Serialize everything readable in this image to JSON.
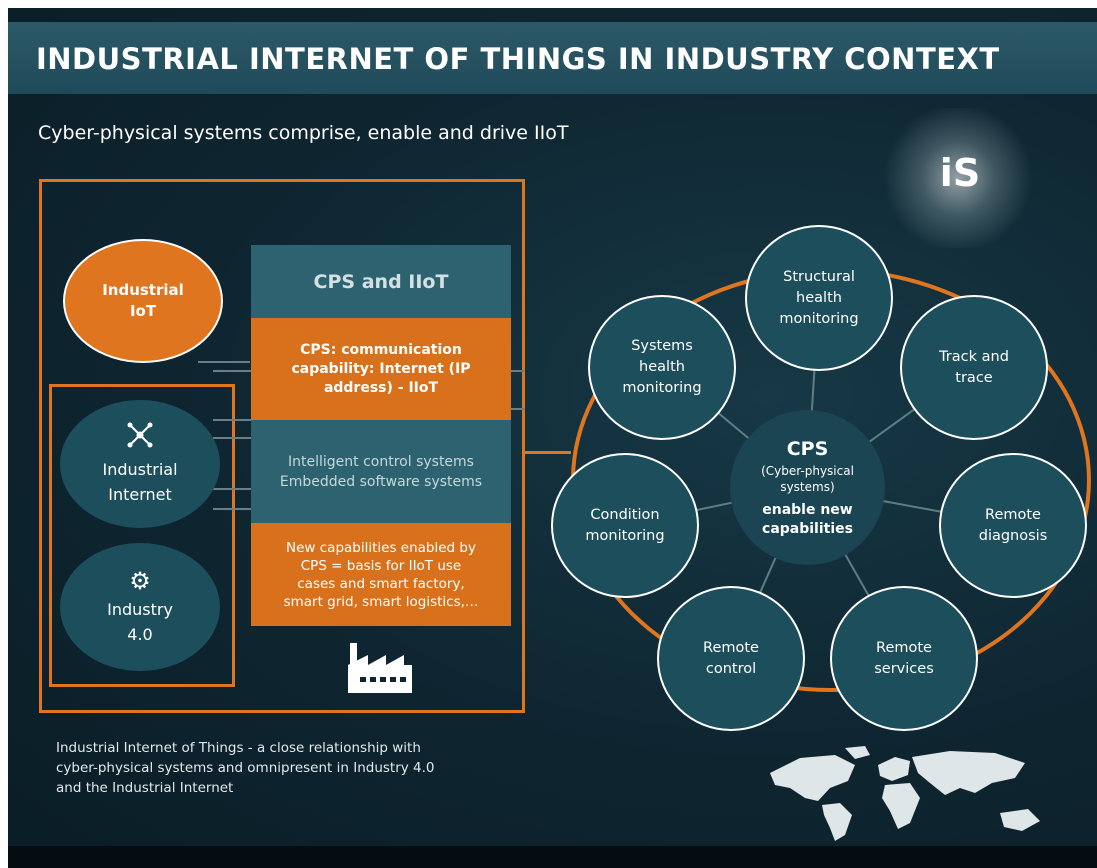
{
  "title": "INDUSTRIAL INTERNET OF THINGS IN INDUSTRY CONTEXT",
  "subtitle": "Cyber-physical systems comprise, enable and drive IIoT",
  "logo_text": "iS",
  "left_circles": {
    "iiot": [
      "Industrial",
      "IoT"
    ],
    "internet": {
      "icon": "network-icon",
      "lines": [
        "Industrial",
        "Internet"
      ]
    },
    "industry": {
      "icon": "gear-icon",
      "lines": [
        "Industry",
        "4.0"
      ]
    }
  },
  "stack": {
    "header": "CPS and IIoT",
    "cps_lines": [
      "CPS: communication",
      "capability: Internet (IP",
      "address) - IIoT"
    ],
    "intel_lines": [
      "Intelligent control systems",
      "Embedded software systems"
    ],
    "new_lines": [
      "New capabilities enabled by",
      "CPS = basis for IIoT use",
      "cases and smart factory,",
      "smart grid, smart logistics,…"
    ],
    "factory_icon": "factory-icon"
  },
  "center": {
    "title": "CPS",
    "sub_lines": [
      "(Cyber-physical",
      "systems)"
    ],
    "enable_lines": [
      "enable new",
      "capabilities"
    ]
  },
  "nodes": [
    {
      "key": "structural",
      "lines": [
        "Structural",
        "health",
        "monitoring"
      ]
    },
    {
      "key": "track",
      "lines": [
        "Track and",
        "trace"
      ]
    },
    {
      "key": "diagnosis",
      "lines": [
        "Remote",
        "diagnosis"
      ]
    },
    {
      "key": "services",
      "lines": [
        "Remote",
        "services"
      ]
    },
    {
      "key": "control",
      "lines": [
        "Remote",
        "control"
      ]
    },
    {
      "key": "condition",
      "lines": [
        "Condition",
        "monitoring"
      ]
    },
    {
      "key": "systems",
      "lines": [
        "Systems",
        "health",
        "monitoring"
      ]
    }
  ],
  "caption_lines": [
    "Industrial Internet of Things - a close relationship with",
    "cyber-physical systems and omnipresent in Industry 4.0",
    "and the Industrial Internet"
  ],
  "colors": {
    "orange": "#e0751f",
    "teal": "#1d4e5c",
    "background": "#0e2530"
  }
}
